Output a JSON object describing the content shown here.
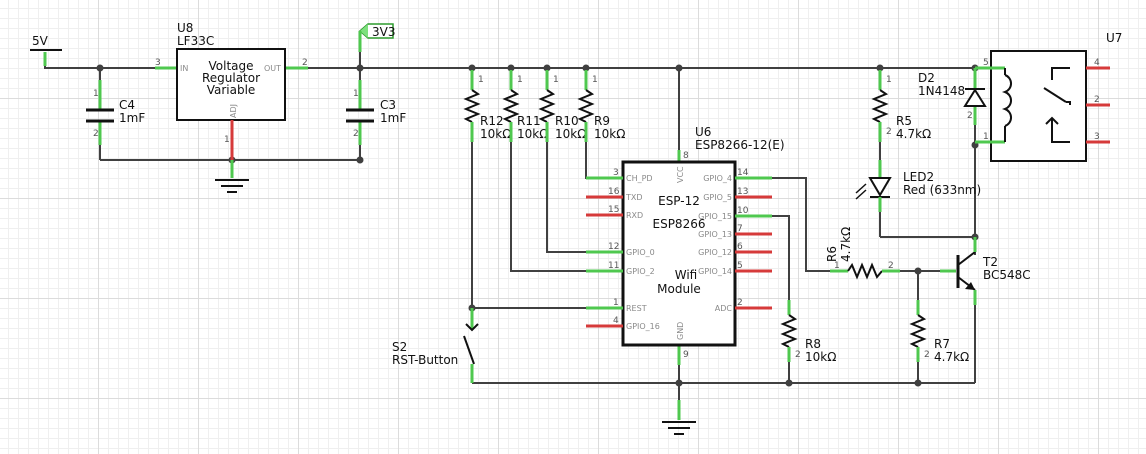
{
  "power": {
    "v5": "5V",
    "v3": "3V3"
  },
  "u8": {
    "ref": "U8",
    "part": "LF33C",
    "line1": "Voltage",
    "line2": "Regulator",
    "line3": "Variable",
    "pin_in": "IN",
    "pin_out": "OUT",
    "pin_adj": "ADJ",
    "pinnum_in": "3",
    "pinnum_out": "2",
    "pinnum_adj": "1"
  },
  "c4": {
    "ref": "C4",
    "value": "1mF"
  },
  "c3": {
    "ref": "C3",
    "value": "1mF"
  },
  "r12": {
    "ref": "R12",
    "value": "10kΩ"
  },
  "r11": {
    "ref": "R11",
    "value": "10kΩ"
  },
  "r10": {
    "ref": "R10",
    "value": "10kΩ"
  },
  "r9": {
    "ref": "R9",
    "value": "10kΩ"
  },
  "r5": {
    "ref": "R5",
    "value": "4.7kΩ"
  },
  "r6": {
    "ref": "R6",
    "value": "4.7kΩ"
  },
  "r7": {
    "ref": "R7",
    "value": "4.7kΩ"
  },
  "r8": {
    "ref": "R8",
    "value": "10kΩ"
  },
  "u6": {
    "ref": "U6",
    "part": "ESP8266-12(E)",
    "title1": "ESP-12",
    "title2": "ESP8266",
    "title3": "Wifi",
    "title4": "Module",
    "left_pins": [
      {
        "name": "CH_PD",
        "num": "3"
      },
      {
        "name": "TXD",
        "num": "16"
      },
      {
        "name": "RXD",
        "num": "15"
      },
      {
        "name": "GPIO_0",
        "num": "12"
      },
      {
        "name": "GPIO_2",
        "num": "11"
      },
      {
        "name": "REST",
        "num": "1"
      },
      {
        "name": "GPIO_16",
        "num": "4"
      }
    ],
    "right_pins": [
      {
        "name": "GPIO_4",
        "num": "14"
      },
      {
        "name": "GPIO_5",
        "num": "13"
      },
      {
        "name": "GPIO_15",
        "num": "10"
      },
      {
        "name": "GPIO_13",
        "num": "7"
      },
      {
        "name": "GPIO_12",
        "num": "6"
      },
      {
        "name": "GPIO_14",
        "num": "5"
      },
      {
        "name": "ADC",
        "num": "2"
      }
    ],
    "pin_vcc": "VCC",
    "pin_gnd": "GND",
    "pinnum_vcc": "8",
    "pinnum_gnd": "9"
  },
  "s2": {
    "ref": "S2",
    "value": "RST-Button"
  },
  "d2": {
    "ref": "D2",
    "value": "1N4148"
  },
  "led2": {
    "ref": "LED2",
    "value": "Red (633nm)"
  },
  "t2": {
    "ref": "T2",
    "value": "BC548C"
  },
  "u7": {
    "ref": "U7",
    "pinnums": [
      "5",
      "2",
      "1",
      "4",
      "2",
      "3"
    ]
  },
  "passive_pinnums": {
    "a": "1",
    "b": "2"
  }
}
